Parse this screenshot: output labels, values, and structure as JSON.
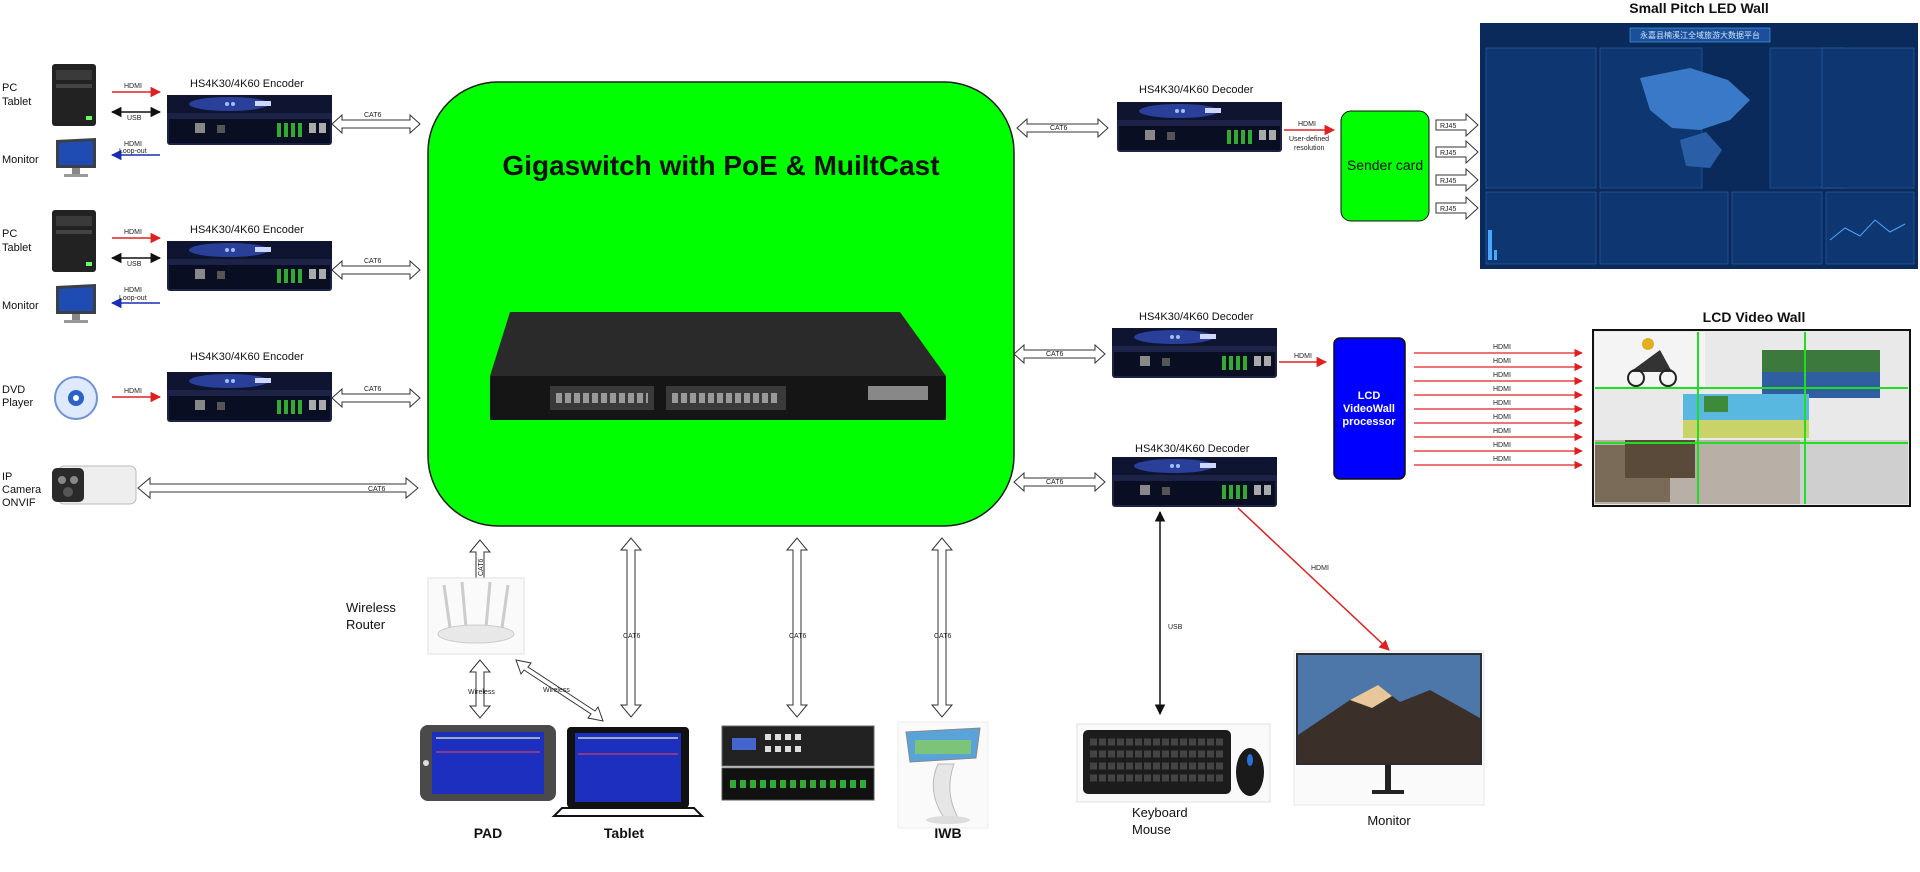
{
  "switch": {
    "title": "Gigaswitch with PoE & MuiltCast"
  },
  "devices": {
    "encoder_1": "HS4K30/4K60 Encoder",
    "encoder_2": "HS4K30/4K60 Encoder",
    "encoder_3": "HS4K30/4K60 Encoder",
    "decoder_1": "HS4K30/4K60 Decoder",
    "decoder_2": "HS4K30/4K60 Decoder",
    "decoder_3": "HS4K30/4K60 Decoder",
    "sender_card": "Sender card",
    "lcd_processor": [
      "LCD",
      "VideoWall",
      "processor"
    ]
  },
  "sources": {
    "pc_tablet_1": [
      "PC",
      "Tablet"
    ],
    "monitor_1": "Monitor",
    "pc_tablet_2": [
      "PC",
      "Tablet"
    ],
    "monitor_2": "Monitor",
    "dvd": [
      "DVD",
      "Player"
    ],
    "ip_camera": [
      "IP",
      "Camera",
      "ONVIF"
    ]
  },
  "walls": {
    "led_wall_title": "Small Pitch LED Wall",
    "led_wall_banner": "永嘉县楠溪江全域旅游大数据平台",
    "lcd_wall_title": "LCD Video Wall"
  },
  "bottom": {
    "wireless_router": [
      "Wireless",
      "Router"
    ],
    "pad": "PAD",
    "tablet": "Tablet",
    "iwb": "IWB",
    "keyboard_mouse": [
      "Keyboard",
      "Mouse"
    ],
    "monitor": "Monitor"
  },
  "links": {
    "hdmi": "HDMI",
    "usb": "USB",
    "loop_out": [
      "HDMI",
      "Loop-out"
    ],
    "cat6": "CAT6",
    "rj45": "RJ45",
    "wireless": "Wireless",
    "user_defined": [
      "HDMI",
      "User-defined",
      "resolution"
    ]
  },
  "colors": {
    "switch_green": "#00ff00",
    "processor_blue": "#0000ff",
    "hdmi_red": "#e02020",
    "loop_blue": "#1a2db8",
    "led_panel": "#0b2a5c"
  }
}
